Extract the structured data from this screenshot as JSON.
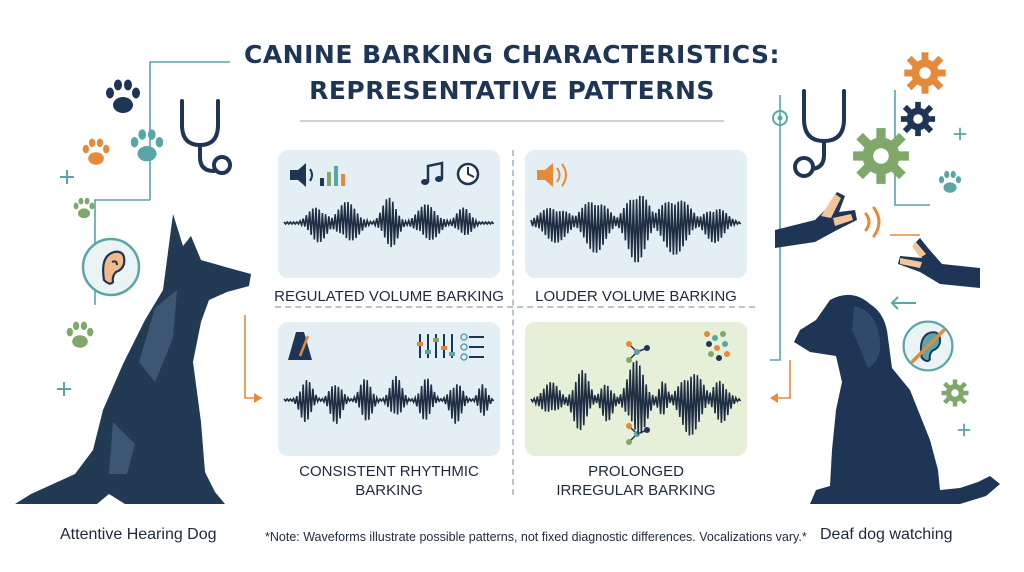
{
  "title": {
    "line1": "CANINE BARKING CHARACTERISTICS:",
    "line2": "REPRESENTATIVE PATTERNS"
  },
  "panels": [
    {
      "id": "regulated",
      "label": "REGULATED VOLUME BARKING",
      "bg": "#e3eef5"
    },
    {
      "id": "louder",
      "label": "LOUDER VOLUME BARKING",
      "bg": "#e3eef5"
    },
    {
      "id": "rhythmic",
      "label": "CONSISTENT RHYTHMIC BARKING",
      "bg": "#e3eef5"
    },
    {
      "id": "irregular",
      "label": "PROLONGED IRREGULAR BARKING",
      "bg": "#e6f0d9"
    }
  ],
  "left_caption": "Attentive Hearing Dog",
  "right_caption": "Deaf dog watching",
  "note": "*Note: Waveforms illustrate possible patterns, not fixed diagnostic differences. Vocalizations vary.*",
  "colors": {
    "navy": "#1e3556",
    "teal": "#5aa5a8",
    "orange": "#e58a3a",
    "green": "#7fa86a",
    "wave": "#1f2d42"
  },
  "icons": [
    "paw-icon",
    "stethoscope-icon",
    "ear-icon",
    "gear-icon",
    "speaker-icon",
    "music-note-icon",
    "clock-icon",
    "metronome-icon",
    "equalizer-icon",
    "network-icon",
    "hand-icon",
    "crossed-ear-icon"
  ]
}
